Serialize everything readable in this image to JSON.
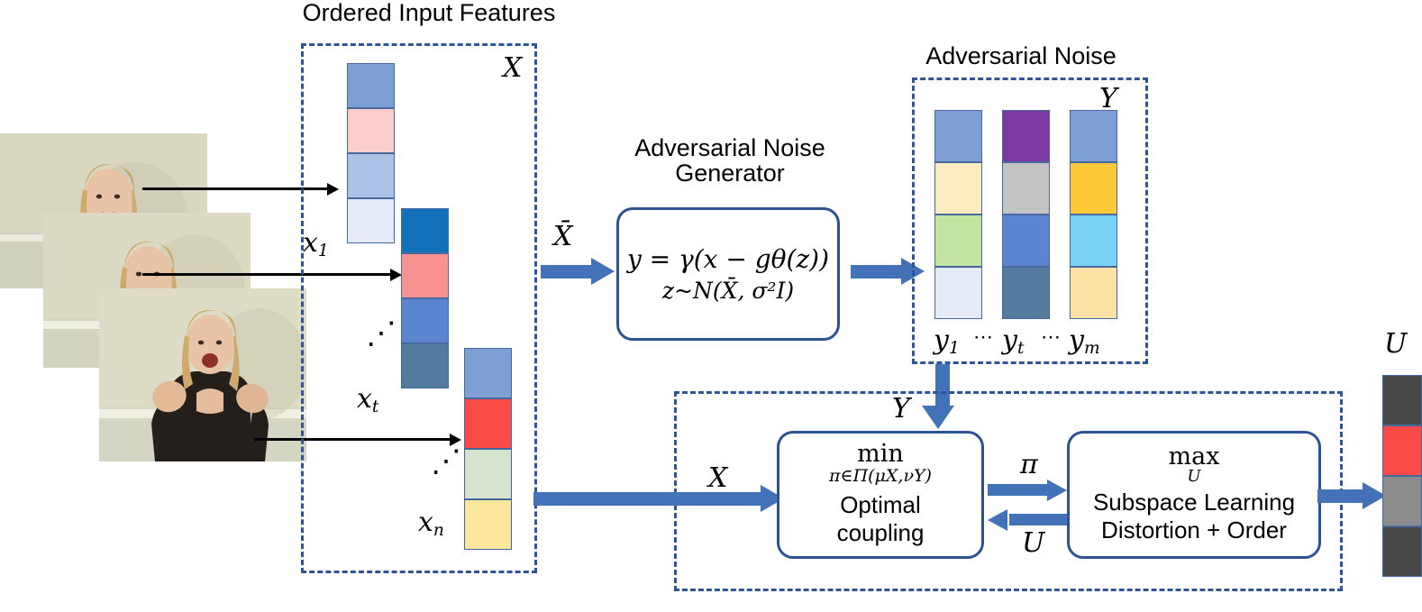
{
  "titles": {
    "ordered_input_features": "Ordered Input Features",
    "adversarial_noise_generator_line1": "Adversarial Noise",
    "adversarial_noise_generator_line2": "Generator",
    "adversarial_noise": "Adversarial Noise"
  },
  "labels": {
    "X": "X",
    "Xbar": "X̄",
    "Y": "Y",
    "U": "U",
    "pi": "π",
    "x1": "x",
    "x1_sub": "1",
    "xt": "x",
    "xt_sub": "t",
    "xn": "x",
    "xn_sub": "n",
    "y1": "y",
    "y1_sub": "1",
    "yt": "y",
    "yt_sub": "t",
    "ym": "y",
    "ym_sub": "m",
    "ellipsis": "⋯"
  },
  "generator": {
    "equation_line1": "y = γ(x − gθ(z))",
    "equation_line2": "z~N(X̄, σ²I)"
  },
  "optimal_coupling_box": {
    "op": "min",
    "constraint": "π∈Π(μX,νY)",
    "line1": "Optimal",
    "line2": "coupling"
  },
  "subspace_box": {
    "op": "max",
    "variable": "U",
    "line1": "Subspace Learning",
    "line2": "Distortion + Order"
  },
  "colors": {
    "dashed_border": "#2e5596",
    "solid_border": "#2c5291",
    "arrow_blue": "#4472b8",
    "cell_border": "#47689f",
    "text": "#000000"
  },
  "feature_columns": [
    {
      "name": "x1",
      "cells": [
        "#7e9fd4",
        "#fbcdcc",
        "#adc0e6",
        "#e4ebf7"
      ]
    },
    {
      "name": "xt",
      "cells": [
        "#1370ba",
        "#fb9292",
        "#5b85cf",
        "#547a9e"
      ]
    },
    {
      "name": "xn",
      "cells": [
        "#7e9fd4",
        "#fa4b48",
        "#d6e4ce",
        "#fce79d"
      ]
    }
  ],
  "noise_columns": [
    {
      "name": "y1",
      "cells": [
        "#7e9fd4",
        "#fcecc0",
        "#c3e5a2",
        "#e4ebf7"
      ]
    },
    {
      "name": "yt",
      "cells": [
        "#7c3aa0",
        "#c3c3c3",
        "#5b85cf",
        "#547a9e"
      ]
    },
    {
      "name": "ym",
      "cells": [
        "#7e9fd4",
        "#fdc938",
        "#79d1f4",
        "#fce3a5"
      ]
    }
  ],
  "output_column": {
    "name": "U",
    "cells": [
      "#474747",
      "#fa4b48",
      "#8c8c8c",
      "#474747"
    ]
  },
  "video_frames": [
    {
      "name": "signer-frame-1",
      "alt": "sign language signer frame 1"
    },
    {
      "name": "signer-frame-2",
      "alt": "sign language signer frame 2"
    },
    {
      "name": "signer-frame-3",
      "alt": "sign language signer frame 3"
    }
  ]
}
